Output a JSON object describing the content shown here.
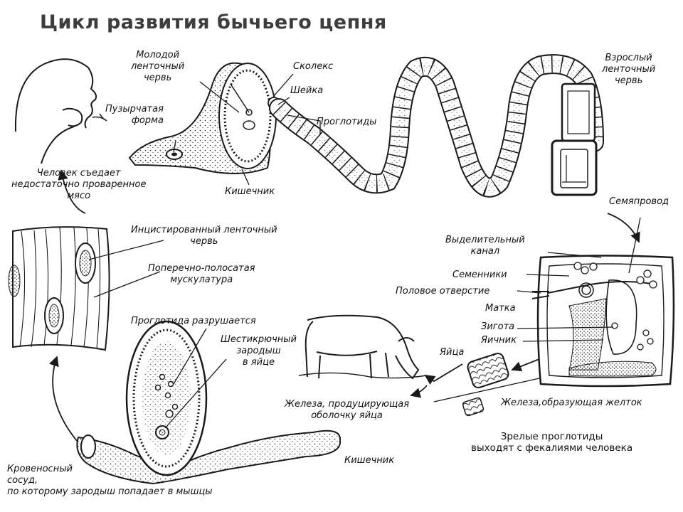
{
  "title": "Цикл развития бычьего цепня",
  "labels": {
    "young_worm": "Молодой\nленточный\nчервь",
    "bladder_form": "Пузырчатая\nформа",
    "scolex": "Сколекс",
    "neck": "Шейка",
    "proglottids": "Проглотиды",
    "adult_worm": "Взрослый\nленточный\nчервь",
    "human_eats": "Человек съедает\nнедостаточно проваренное\nмясо",
    "intestine_top": "Кишечник",
    "seminal_duct": "Семяпровод",
    "encysted_worm": "Инцистированный ленточный\nчервь",
    "striated_muscle": "Поперечно-полосатая\nмускулатура",
    "excretory_canal": "Выделительный\nканал",
    "testes": "Семенники",
    "genital_opening": "Половое отверстие",
    "uterus": "Матка",
    "zygote": "Зигота",
    "ovary": "Яичник",
    "proglottid_destroyed": "Проглотида разрушается",
    "hexacanth_embryo": "Шестикрючный\nзародыш\nв яйце",
    "eggs": "Яйца",
    "shell_gland": "Железа, продуцирующая\nоболочку яйца",
    "yolk_gland": "Железа,образующая желток",
    "mature_proglottids": "Зрелые проглотиды\nвыходят с фекалиями человека",
    "blood_vessel": "Кровеносный\nсосуд,\nпо которому зародыш попадает в мышцы",
    "intestine_bottom": "Кишечник"
  },
  "colors": {
    "ink": "#1a1a1a",
    "title": "#3d3d3d",
    "background": "#ffffff"
  }
}
